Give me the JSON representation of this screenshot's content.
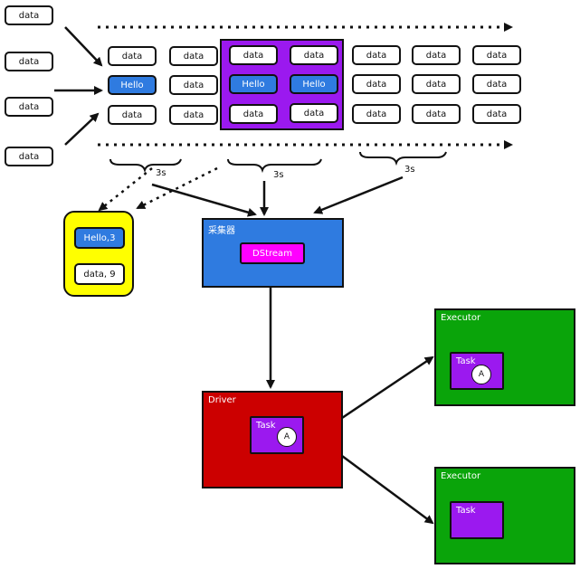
{
  "inputs": [
    "data",
    "data",
    "data",
    "data"
  ],
  "grid": {
    "row1": [
      "data",
      "data",
      "data",
      "data",
      "data",
      "data",
      "data"
    ],
    "row2": [
      "Hello",
      "data",
      "Hello",
      "Hello",
      "data",
      "data",
      "data"
    ],
    "row3": [
      "data",
      "data",
      "data",
      "data",
      "data",
      "data",
      "data"
    ]
  },
  "interval_labels": [
    "3s",
    "3s",
    "3s"
  ],
  "result_box": {
    "items": [
      "Hello,3",
      "data, 9"
    ]
  },
  "collector": {
    "label": "采集器",
    "dstream": "DStream"
  },
  "driver": {
    "label": "Driver",
    "task": "Task",
    "task_badge": "A"
  },
  "executor1": {
    "label": "Executor",
    "task": "Task",
    "task_badge": "A"
  },
  "executor2": {
    "label": "Executor",
    "task": "Task"
  },
  "colors": {
    "hello": "#2f7be0",
    "purple": "#9b19ef",
    "yellow": "#ffff00",
    "collector": "#2f7be0",
    "dstream": "#ff00ff",
    "driver": "#cc0000",
    "executor": "#0aa40a"
  }
}
